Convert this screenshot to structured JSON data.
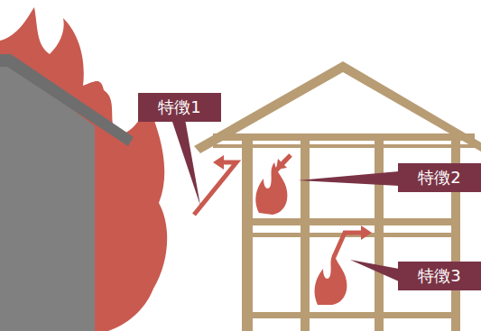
{
  "diagram": {
    "nodes": [
      {
        "text": [
          "特徴1"
        ]
      },
      {
        "text": [
          "特徴2"
        ]
      },
      {
        "text": [
          "特徴3"
        ]
      }
    ]
  }
}
